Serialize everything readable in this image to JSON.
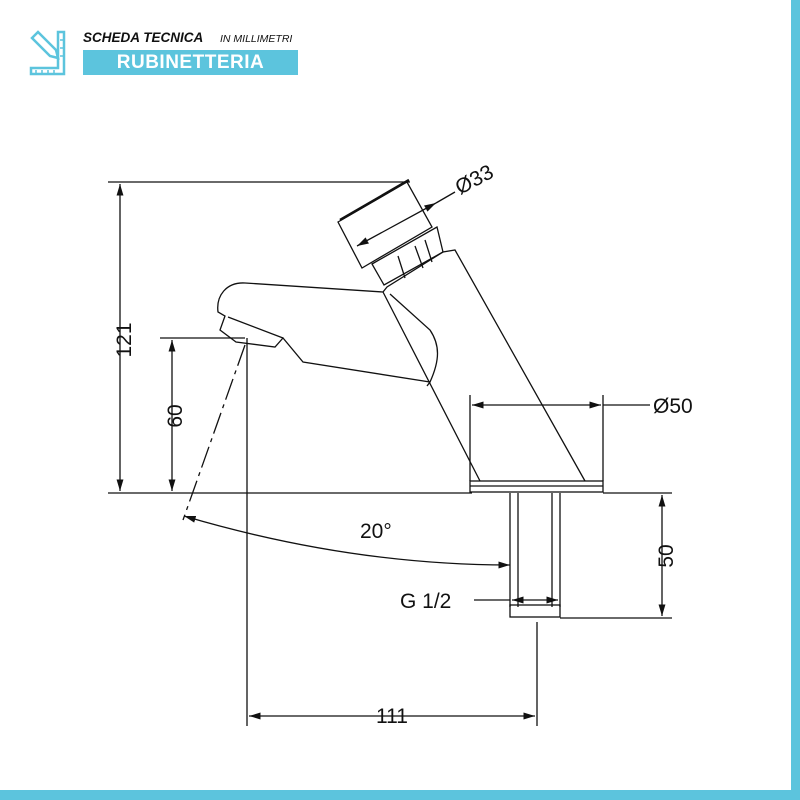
{
  "header": {
    "title": "SCHEDA TECNICA",
    "subtitle": "IN MILLIMETRI",
    "category": "RUBINETTERIA",
    "logo_icon": "pencil-ruler-icon"
  },
  "colors": {
    "accent": "#5cc4dd",
    "line": "#111111"
  },
  "dimensions": {
    "height_total": "121",
    "spout_height": "60",
    "knob_diameter": "Ø33",
    "base_diameter": "Ø50",
    "shank_length": "50",
    "thread": "G 1/2",
    "reach": "111",
    "angle": "20°"
  }
}
